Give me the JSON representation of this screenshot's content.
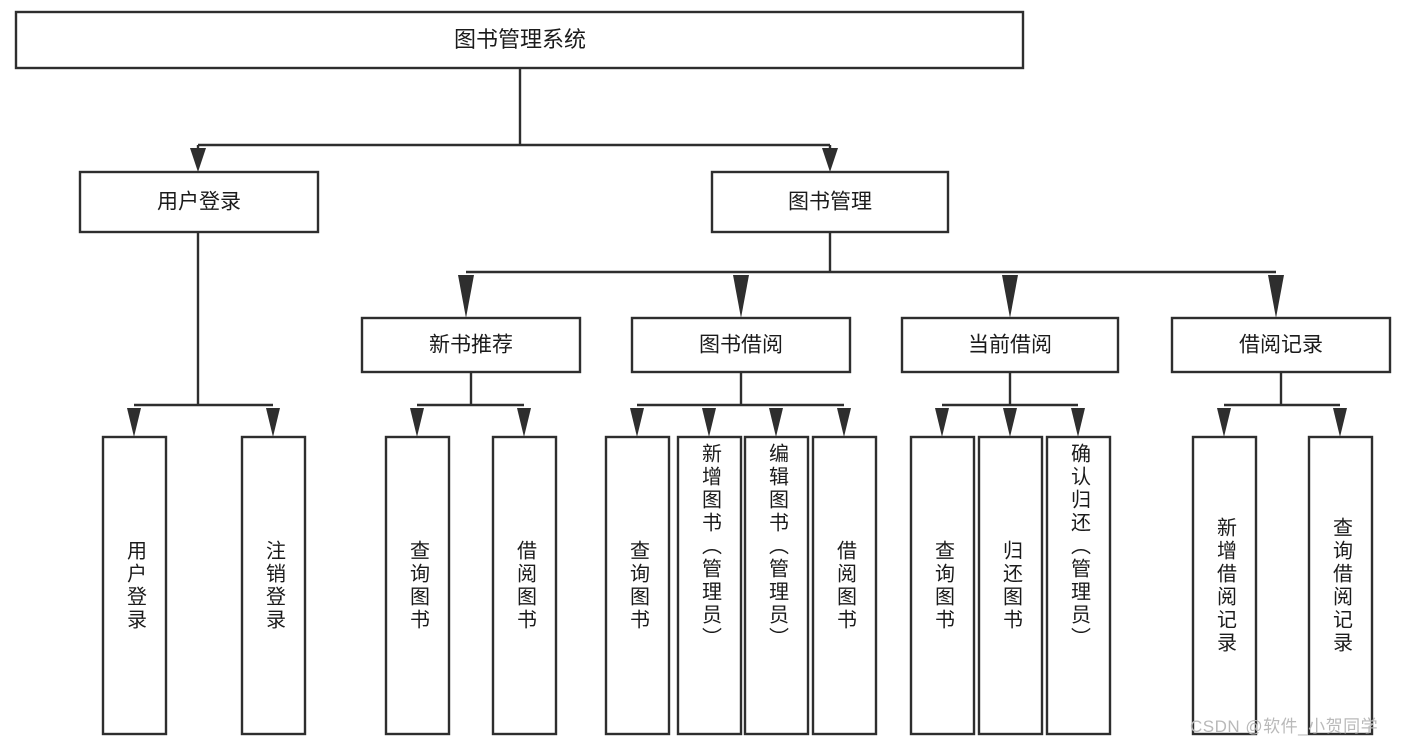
{
  "diagram": {
    "title": "图书管理系统",
    "type": "tree",
    "orientation": "top-down",
    "colors": {
      "box_stroke": "#2e2e2e",
      "box_fill": "#ffffff",
      "connector": "#2e2e2e",
      "text": "#1b1b1b",
      "background": "#ffffff",
      "watermark": "#b9b9b9"
    },
    "root": {
      "label": "图书管理系统"
    },
    "level2": [
      {
        "label": "用户登录"
      },
      {
        "label": "图书管理"
      }
    ],
    "level3": [
      {
        "label": "新书推荐"
      },
      {
        "label": "图书借阅"
      },
      {
        "label": "当前借阅"
      },
      {
        "label": "借阅记录"
      }
    ],
    "leaves": {
      "user_login": [
        {
          "label": "用户登录"
        },
        {
          "label": "注销登录"
        }
      ],
      "new_book_recommend": [
        {
          "label": "查询图书"
        },
        {
          "label": "借阅图书"
        }
      ],
      "book_borrow": [
        {
          "label": "查询图书"
        },
        {
          "label": "新增图书（管理员）"
        },
        {
          "label": "编辑图书（管理员）"
        },
        {
          "label": "借阅图书"
        }
      ],
      "current_borrow": [
        {
          "label": "查询图书"
        },
        {
          "label": "归还图书"
        },
        {
          "label": "确认归还（管理员）"
        }
      ],
      "borrow_record": [
        {
          "label": "新增借阅记录"
        },
        {
          "label": "查询借阅记录"
        }
      ]
    }
  },
  "watermark": {
    "text": "CSDN @软件_小贺同学"
  }
}
